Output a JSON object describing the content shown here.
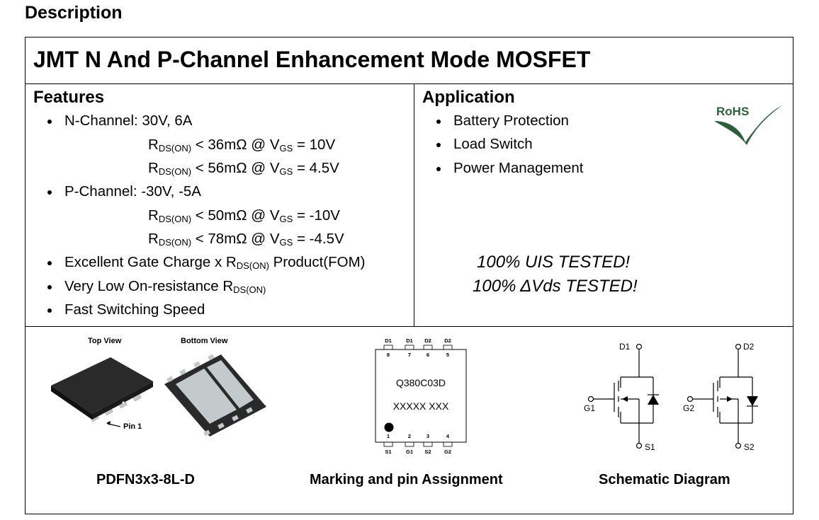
{
  "heading": "Description",
  "title": "JMT N And P-Channel Enhancement Mode MOSFET",
  "features": {
    "title": "Features",
    "n_channel": "N-Channel: 30V, 6A",
    "p_channel": "P-Channel: -30V, -5A",
    "r_prefix": "R",
    "r_sub": "DS(ON)",
    "v_prefix": "V",
    "v_sub": "GS",
    "n_r1_mid": " < 36mΩ @ ",
    "n_r1_end": " = 10V",
    "n_r2_mid": " < 56mΩ @ ",
    "n_r2_end": " = 4.5V",
    "p_r1_mid": " < 50mΩ @ ",
    "p_r1_end": " = -10V",
    "p_r2_mid": " < 78mΩ @ ",
    "p_r2_end": " = -4.5V",
    "gate_pre": "Excellent Gate Charge x ",
    "gate_post": " Product(FOM)",
    "low_on": "Very Low On-resistance ",
    "fast": "Fast Switching Speed"
  },
  "application": {
    "title": "Application",
    "items": [
      "Battery Protection",
      "Load Switch",
      "Power Management"
    ],
    "rohs": "RoHS",
    "tested1": "100% UIS TESTED!",
    "tested2": "100% ΔVds TESTED!"
  },
  "package": {
    "top_view": "Top View",
    "bottom_view": "Bottom View",
    "pin1": "Pin 1",
    "caption": "PDFN3x3-8L-D"
  },
  "marking": {
    "top_pins": [
      "D1",
      "D1",
      "D2",
      "D2"
    ],
    "top_nums": [
      "8",
      "7",
      "6",
      "5"
    ],
    "bottom_nums": [
      "1",
      "2",
      "3",
      "4"
    ],
    "bottom_pins": [
      "S1",
      "G1",
      "S2",
      "G2"
    ],
    "part": "Q380C03D",
    "code": "XXXXX XXX",
    "caption": "Marking and pin Assignment"
  },
  "schematic": {
    "d1": "D1",
    "d2": "D2",
    "g1": "G1",
    "g2": "G2",
    "s1": "S1",
    "s2": "S2",
    "caption": "Schematic Diagram"
  },
  "colors": {
    "rohs_green": "#2e5e3c",
    "package_body": "#2a2a2a",
    "pad": "#c4c9cc"
  }
}
